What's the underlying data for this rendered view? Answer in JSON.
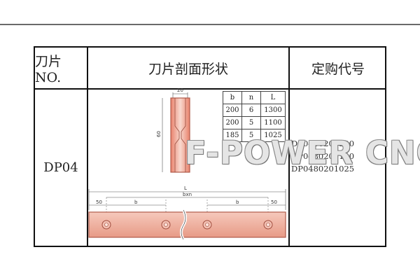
{
  "header": {
    "col1": "刀片NO.",
    "col2": "刀片剖面形状",
    "col3": "定购代号"
  },
  "row": {
    "blade_no": "DP04",
    "order_codes": [
      "DP0480201300",
      "DP0480201100",
      "DP0480201025"
    ]
  },
  "spec_table": {
    "headers": [
      "b",
      "n",
      "L"
    ],
    "rows": [
      [
        "200",
        "6",
        "1300"
      ],
      [
        "200",
        "5",
        "1100"
      ],
      [
        "185",
        "5",
        "1025"
      ]
    ]
  },
  "drawing": {
    "section_width_label": "20",
    "section_height_label": "60",
    "length_label": "L",
    "span_label": "bxn",
    "pitch_label": "b",
    "end_offset_label": "50"
  },
  "watermark": "F-POWER CNC",
  "colors": {
    "blade_fill": "#f2b6a6",
    "blade_edge": "#b05a4a",
    "grid_line": "#111111"
  }
}
